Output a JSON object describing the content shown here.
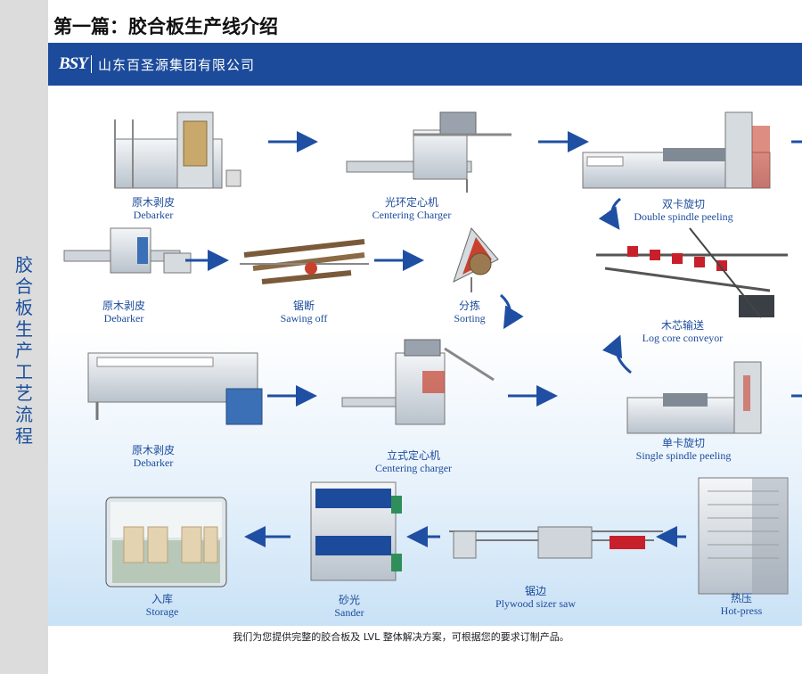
{
  "page_title": "第一篇：胶合板生产线介绍",
  "sidebar_title": "胶合板生产工艺流程",
  "banner": {
    "logo_text": "BSY",
    "company_name": "山东百圣源集团有限公司"
  },
  "steps": [
    {
      "zh": "原木剥皮",
      "en": "Debarker"
    },
    {
      "zh": "光环定心机",
      "en": "Centering Charger"
    },
    {
      "zh": "双卡旋切",
      "en": "Double spindle peeling"
    },
    {
      "zh": "原木剥皮",
      "en": "Debarker"
    },
    {
      "zh": "锯断",
      "en": "Sawing off"
    },
    {
      "zh": "分拣",
      "en": "Sorting"
    },
    {
      "zh": "木芯输送",
      "en": "Log core conveyor"
    },
    {
      "zh": "原木剥皮",
      "en": "Debarker"
    },
    {
      "zh": "立式定心机",
      "en": "Centering charger"
    },
    {
      "zh": "单卡旋切",
      "en": "Single  spindle peeling"
    },
    {
      "zh": "热压",
      "en": "Hot-press"
    },
    {
      "zh": "锯边",
      "en": "Plywood sizer saw"
    },
    {
      "zh": "砂光",
      "en": "Sander"
    },
    {
      "zh": "入库",
      "en": "Storage"
    }
  ],
  "footer_text": "我们为您提供完整的胶合板及 LVL 整体解决方案，可根据您的要求订制产品。",
  "colors": {
    "brand_blue": "#1c4b9b",
    "arrow_blue": "#1f4fa3",
    "sidebar_gray": "#dcdcdc"
  }
}
